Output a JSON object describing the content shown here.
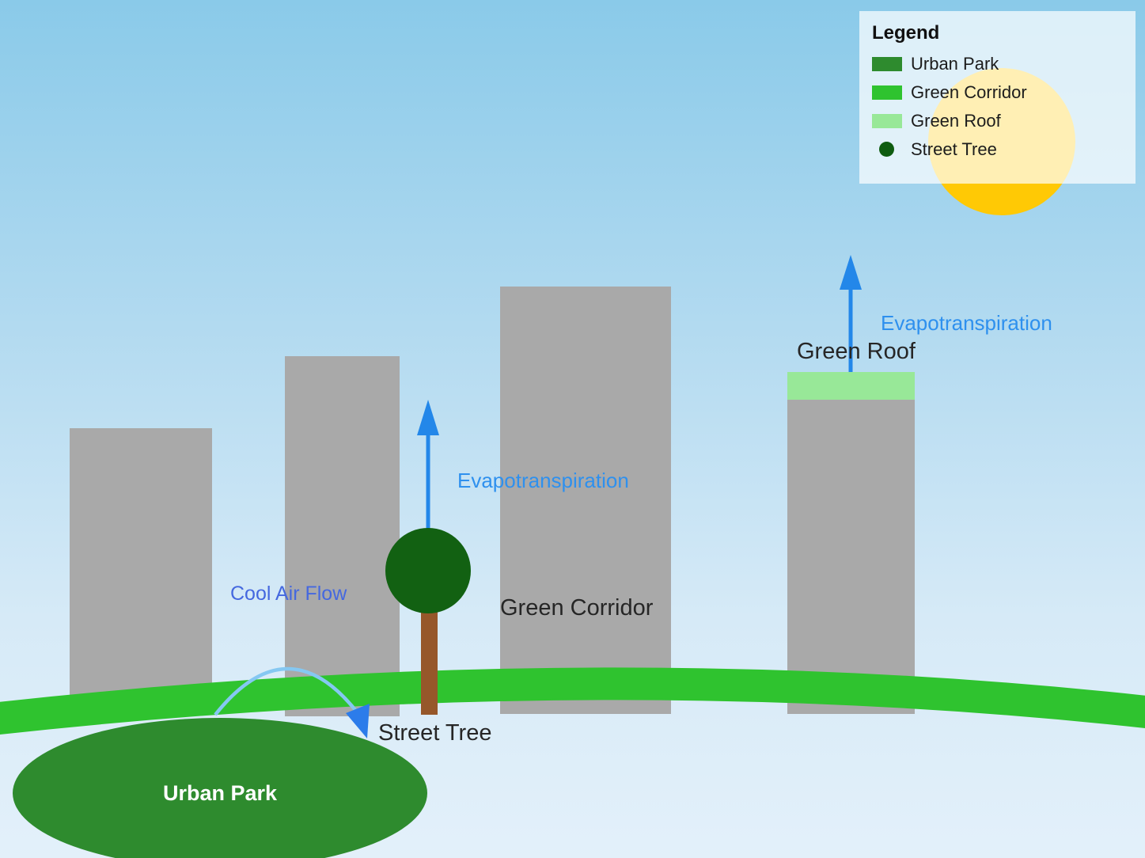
{
  "palette": {
    "sky_top": "#8ACAE9",
    "sky_bottom": "#E3F0FA",
    "building_gray": "#A9A9A9",
    "corridor_green": "#2FC32F",
    "urban_park_green": "#2E8B2E",
    "green_roof_green": "#98E898",
    "tree_canopy_green": "#126112",
    "street_tree_dot_green": "#0E5C10",
    "trunk_brown": "#96572A",
    "sun_gold": "#FFC905",
    "arrow_blue": "#2387E9",
    "evapo_label_blue": "#2E90EE",
    "cool_air_label_blue": "#4568DF",
    "cool_air_arc_blue": "#85C8F2",
    "label_dark": "#262626",
    "urban_park_text": "#FFFFFF"
  },
  "legend": {
    "title": "Legend",
    "items": [
      {
        "label": "Urban Park",
        "color": "#2E8B2E",
        "shape": "rect"
      },
      {
        "label": "Green Corridor",
        "color": "#2FC32F",
        "shape": "rect"
      },
      {
        "label": "Green Roof",
        "color": "#98E898",
        "shape": "rect"
      },
      {
        "label": "Street Tree",
        "color": "#0E5C10",
        "shape": "dot"
      }
    ]
  },
  "annotations": {
    "green_corridor": "Green Corridor",
    "green_roof": "Green Roof",
    "street_tree": "Street Tree",
    "urban_park": "Urban Park",
    "cool_air_flow": "Cool Air Flow",
    "evapotranspiration_tree": "Evapotranspiration",
    "evapotranspiration_roof": "Evapotranspiration"
  }
}
